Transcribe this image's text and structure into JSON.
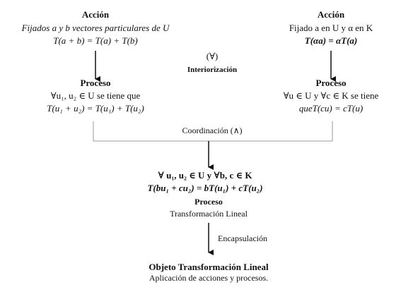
{
  "left": {
    "accion_title": "Acción",
    "accion_line1": "Fijados a y b vectores particulares de U",
    "accion_line2": "T(a + b) = T(a) + T(b)",
    "proceso_title": "Proceso",
    "proceso_line1": "∀u₁, u₂ ∈ U se tiene que",
    "proceso_line2": "T(u₁ + u₂) = T(u₁) + T(u₂)"
  },
  "right": {
    "accion_title": "Acción",
    "accion_line1": "Fijado a en U y α en K",
    "accion_line2": "T(αa) = αT(a)",
    "proceso_title": "Proceso",
    "proceso_line1": "∀u ∈ U y ∀c ∈ K se tiene",
    "proceso_line2": "queT(cu) = cT(u)"
  },
  "middle": {
    "forall_symbol": "(∀)",
    "interiorizacion": "Interiorización",
    "coordinacion": "Coordinación (∧)"
  },
  "combined": {
    "line1": "∀ u₁, u₂ ∈ U y ∀b, c ∈ K",
    "line2": "T(bu₁ + cu₂) = bT(u₁) + cT(u₂)",
    "proceso_title": "Proceso",
    "proceso_subtitle": "Transformación Lineal"
  },
  "encapsulacion": "Encapsulación",
  "objeto": {
    "title": "Objeto Transformación Lineal",
    "subtitle": "Aplicación de acciones y procesos."
  }
}
